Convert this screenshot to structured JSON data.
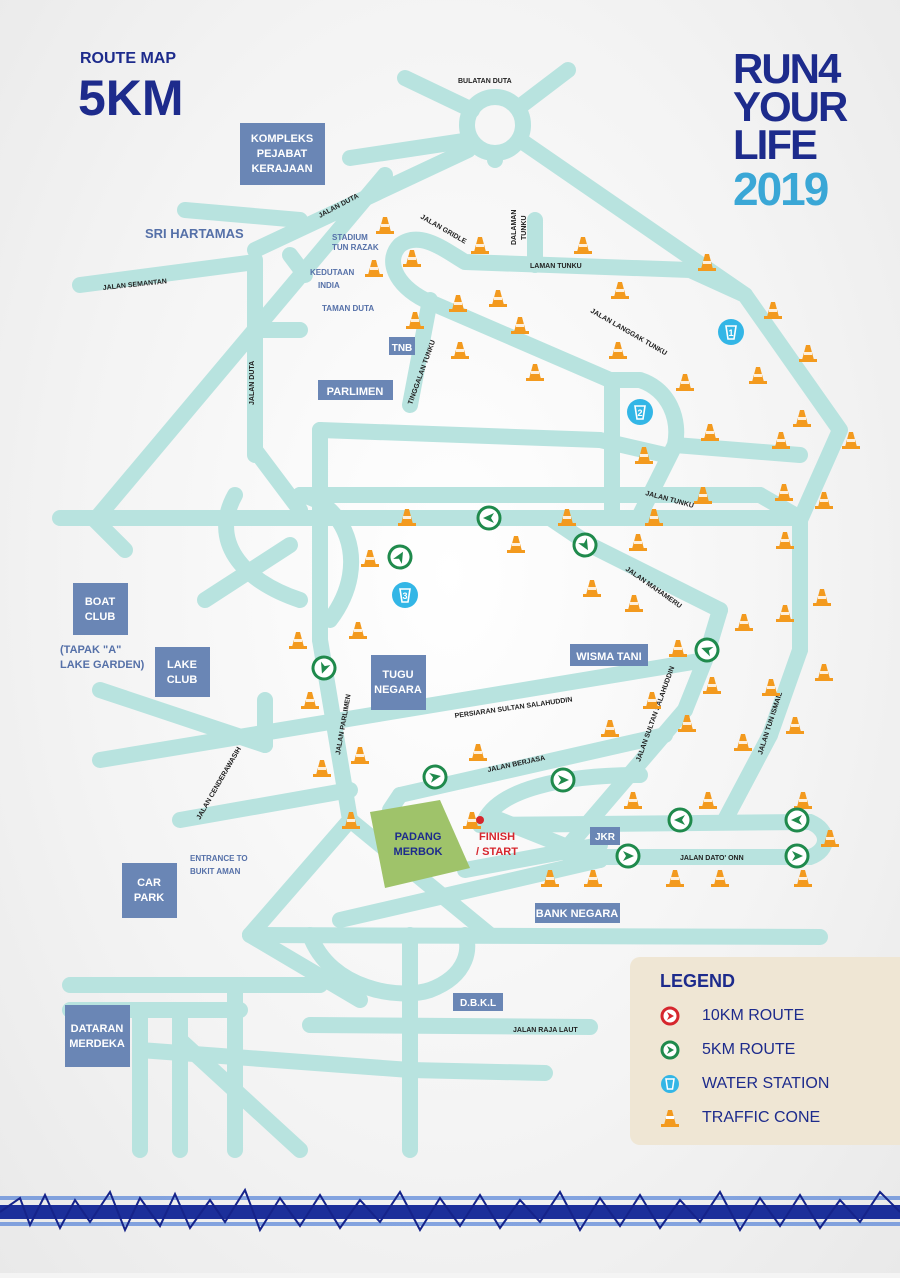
{
  "header": {
    "subtitle": "ROUTE MAP",
    "title": "5KM"
  },
  "logo": {
    "line1": "RUN4",
    "line2": "YOUR",
    "line3": "LIFE",
    "year": "2019"
  },
  "legend": {
    "title": "LEGEND",
    "items": [
      {
        "label": "10KM ROUTE",
        "icon": "red-arrow-circle-icon"
      },
      {
        "label": "5KM ROUTE",
        "icon": "green-arrow-circle-icon"
      },
      {
        "label": "WATER STATION",
        "icon": "water-cup-icon"
      },
      {
        "label": "TRAFFIC CONE",
        "icon": "traffic-cone-icon"
      }
    ]
  },
  "boxes": {
    "kompleks": [
      "KOMPLEKS",
      "PEJABAT",
      "KERAJAAN"
    ],
    "tnb": "TNB",
    "parlimen": "PARLIMEN",
    "boat_club": [
      "BOAT",
      "CLUB"
    ],
    "lake_club": [
      "LAKE",
      "CLUB"
    ],
    "tugu": [
      "TUGU",
      "NEGARA"
    ],
    "wisma_tani": "WISMA TANI",
    "padang": [
      "PADANG",
      "MERBOK"
    ],
    "jkr": "JKR",
    "car_park": [
      "CAR",
      "PARK"
    ],
    "bank_negara": "BANK NEGARA",
    "dbkl": "D.B.K.L",
    "dataran": [
      "DATARAN",
      "MERDEKA"
    ]
  },
  "places": {
    "sri_hartamas": "SRI HARTAMAS",
    "stadium": [
      "STADIUM",
      "TUN RAZAK"
    ],
    "kedutaan": [
      "KEDUTAAN",
      "INDIA"
    ],
    "taman_duta": "TAMAN DUTA",
    "tapak": [
      "(TAPAK \"A\"",
      "LAKE GARDEN)"
    ],
    "entrance": [
      "ENTRANCE TO",
      "BUKIT AMAN"
    ],
    "finish": [
      "FINISH",
      "/ START"
    ]
  },
  "roads": {
    "bulatan_duta": "BULATAN DUTA",
    "jalan_duta_top": "JALAN DUTA",
    "jalan_semantan": "JALAN SEMANTAN",
    "jalan_gridle": "JALAN GRIDLE",
    "dalaman_tunku": [
      "DALAMAN",
      "TUNKU"
    ],
    "laman_tunku": "LAMAN TUNKU",
    "jalan_langgak_tunku": "JALAN LANGGAK TUNKU",
    "tinggalan_tunku": "TINGGALAN TUNKU",
    "jalan_duta_side": "JALAN DUTA",
    "jalan_tunku": "JALAN TUNKU",
    "jalan_mahameru": "JALAN MAHAMERU",
    "persiaran": "PERSIARAN SULTAN SALAHUDDIN",
    "jalan_parlimen": "JALAN PARLIMEN",
    "jalan_sultan_salahuddin": "JALAN SULTAN SALAHUDDIN",
    "jalan_tun_ismail": "JALAN TUN ISMAIL",
    "jalan_berjasa": "JALAN BERJASA",
    "jalan_cenderawasih": "JALAN CENDERAWASIH",
    "jalan_dato_onn": "JALAN DATO' ONN",
    "jalan_raja_laut": "JALAN RAJA LAUT"
  },
  "water_stations": [
    "1",
    "2",
    "3"
  ],
  "colors": {
    "road": "#b8e3df",
    "box": "#6a86b5",
    "navy": "#1d2b8c",
    "green": "#1f8a4c",
    "red": "#d6262d",
    "water": "#33b6e6",
    "cone": "#f39a1e",
    "padang": "#9fc36a",
    "legend_bg": "#efe6d4"
  }
}
